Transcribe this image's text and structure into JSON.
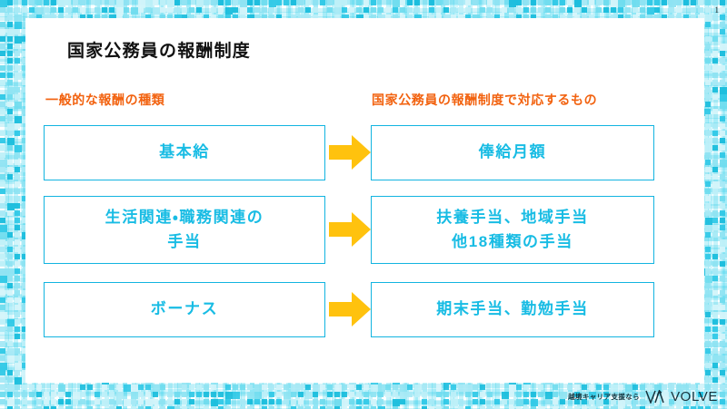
{
  "slide": {
    "page_number": "1",
    "title": "国家公務員の報酬制度",
    "accent_cyan": "#18bce4",
    "accent_orange": "#f2620f",
    "accent_yellow": "#FFC20E",
    "background_color": "#ffffff"
  },
  "columns": {
    "left_header": "一般的な報酬の種類",
    "right_header": "国家公務員の報酬制度で対応するもの"
  },
  "rows": [
    {
      "left": "基本給",
      "arrow": "right-arrow-icon",
      "right": "俸給月額"
    },
    {
      "left": "生活関連・職務関連の\n手当",
      "arrow": "right-arrow-icon",
      "right": "扶養手当、地域手当\n他18種類の手当"
    },
    {
      "left": "ボーナス",
      "arrow": "right-arrow-icon",
      "right": "期末手当、勤勉手当"
    }
  ],
  "footer": {
    "tagline": "越境キャリア支援なら",
    "brand": "VOLVE",
    "logo_mark": "check-arrow-icon"
  }
}
